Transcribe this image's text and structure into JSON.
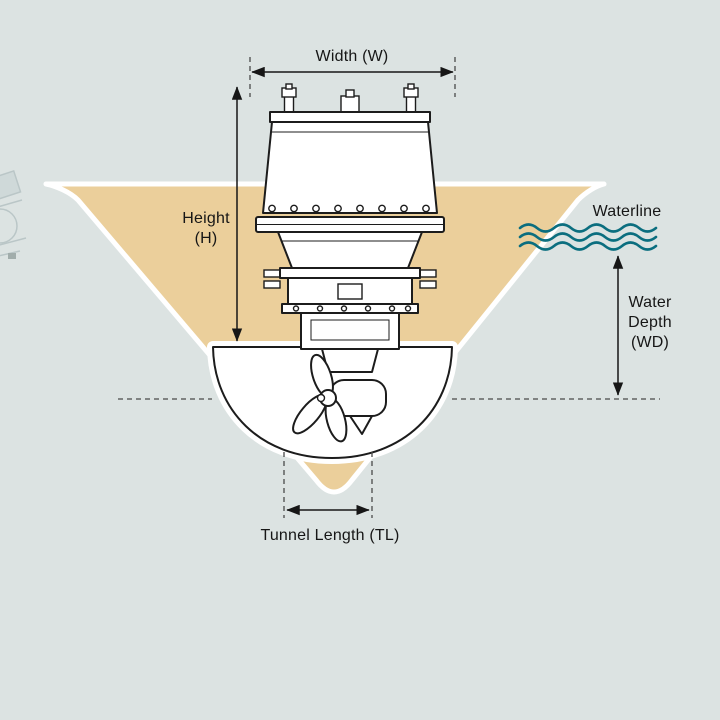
{
  "colors": {
    "background": "#dce3e2",
    "hull": "#ebcf9b",
    "waterline": "#0b6e7f",
    "outline": "#1c1c1c"
  },
  "labels": {
    "width": "Width (W)",
    "height_line1": "Height",
    "height_line2": "(H)",
    "waterline": "Waterline",
    "water_depth_line1": "Water",
    "water_depth_line2": "Depth",
    "water_depth_line3": "(WD)",
    "tunnel_length": "Tunnel Length (TL)"
  }
}
